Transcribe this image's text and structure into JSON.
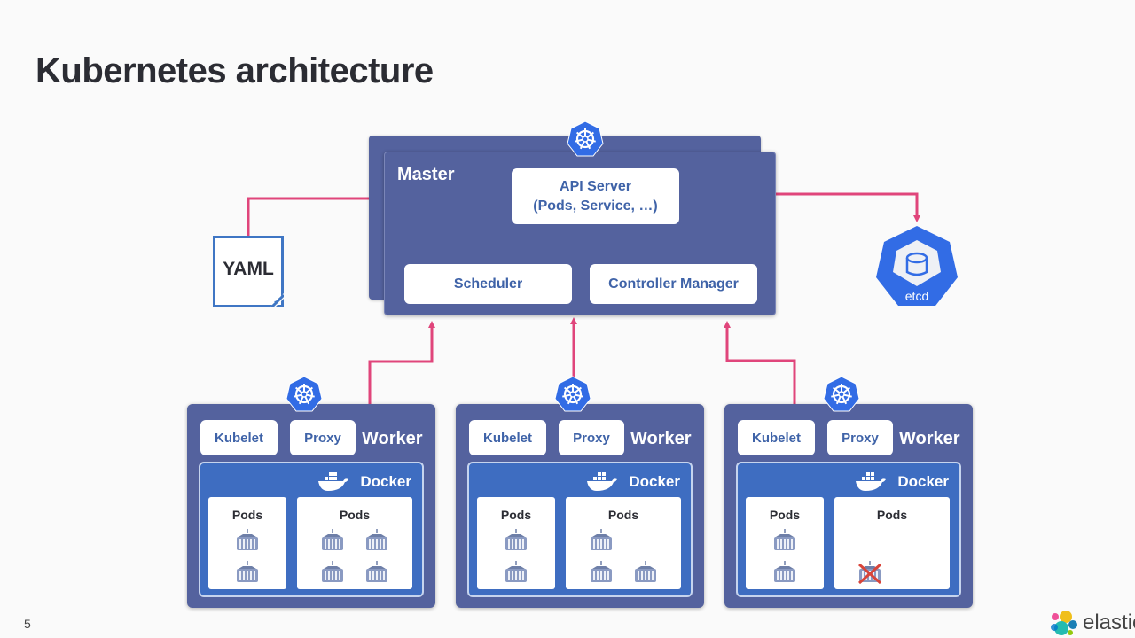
{
  "slide": {
    "title": "Kubernetes architecture",
    "page_number": "5",
    "logo_text": "elastic"
  },
  "colors": {
    "panel": "#54629e",
    "docker": "#3e6dc1",
    "box_text": "#3f63a8",
    "arrow": "#e0457b",
    "k8s_blue": "#326ce5",
    "failed": "#d9453a"
  },
  "yaml": {
    "label": "YAML"
  },
  "etcd": {
    "label": "etcd",
    "icon": "database-icon"
  },
  "master": {
    "label": "Master",
    "icon": "kubernetes-helm-icon",
    "api_server": {
      "line1": "API Server",
      "line2": "(Pods, Service, …)"
    },
    "scheduler": "Scheduler",
    "controller_manager": "Controller Manager"
  },
  "workers": [
    {
      "label": "Worker",
      "kubelet": "Kubelet",
      "proxy": "Proxy",
      "runtime": "Docker",
      "pods": [
        {
          "label": "Pods",
          "containers": 2,
          "failed": 0
        },
        {
          "label": "Pods",
          "containers": 4,
          "failed": 0
        }
      ]
    },
    {
      "label": "Worker",
      "kubelet": "Kubelet",
      "proxy": "Proxy",
      "runtime": "Docker",
      "pods": [
        {
          "label": "Pods",
          "containers": 2,
          "failed": 0
        },
        {
          "label": "Pods",
          "containers": 3,
          "failed": 0
        }
      ]
    },
    {
      "label": "Worker",
      "kubelet": "Kubelet",
      "proxy": "Proxy",
      "runtime": "Docker",
      "pods": [
        {
          "label": "Pods",
          "containers": 2,
          "failed": 0
        },
        {
          "label": "Pods",
          "containers": 0,
          "failed": 1
        }
      ]
    }
  ],
  "connections": [
    {
      "from": "YAML",
      "to": "API Server"
    },
    {
      "from": "API Server",
      "to": "etcd"
    },
    {
      "from": "Worker 1",
      "to": "Master"
    },
    {
      "from": "Worker 2",
      "to": "Master"
    },
    {
      "from": "Worker 3",
      "to": "Master"
    }
  ]
}
